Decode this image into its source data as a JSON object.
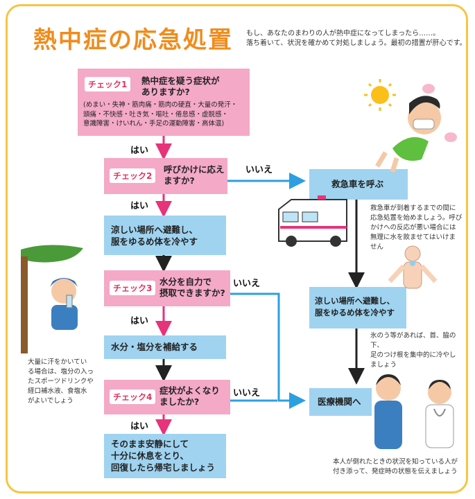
{
  "title": "熱中症の応急処置",
  "intro": [
    "もし、あなたのまわりの人が熱中症になってしまったら……。",
    "落ち着いて、状況を確かめて対処しましょう。最初の措置が肝心です。"
  ],
  "check1": {
    "tag": "チェック1",
    "question": [
      "熱中症を疑う症状が",
      "ありますか?"
    ],
    "detail": [
      "(めまい・失神・筋肉痛・筋肉の硬直・大量の発汗・",
      "頭痛・不快感・吐き気・嘔吐・倦怠感・虚脱感・",
      "意識障害・けいれん・手足の運動障害・高体温)"
    ]
  },
  "check2": {
    "tag": "チェック2",
    "question": [
      "呼びかけに応え",
      "ますか?"
    ]
  },
  "check3": {
    "tag": "チェック3",
    "question": [
      "水分を自力で",
      "摂取できますか?"
    ]
  },
  "check4": {
    "tag": "チェック4",
    "question": [
      "症状がよくなり",
      "ましたか?"
    ]
  },
  "yes": "はい",
  "no": "いいえ",
  "action_cool": [
    "涼しい場所へ避難し、",
    "服をゆるめ体を冷やす"
  ],
  "action_water": "水分・塩分を補給する",
  "action_rest": [
    "そのまま安静にして",
    "十分に休息をとり、",
    "回復したら帰宅しましょう"
  ],
  "ambulance": "救急車を呼ぶ",
  "ambulance_note": [
    "救急車が到着するまでの間に",
    "応急処置を始めましょう。呼び",
    "かけへの反応が悪い場合には",
    "無理に水を飲ませてはいけま",
    "せん"
  ],
  "cool_right": [
    "涼しい場所へ避難し、",
    "服をゆるめ体を冷やす"
  ],
  "cool_note": [
    "氷のう等があれば、首、脇の下、",
    "足のつけ根を集中的に冷やし",
    "ましょう"
  ],
  "hospital": "医療機関へ",
  "hospital_note": [
    "本人が倒れたときの状況を知っている人が",
    "付き添って、発症時の状態を伝えましょう"
  ],
  "left_note": [
    "大量に汗をかいてい",
    "る場合は、塩分の入っ",
    "たスポーツドリンクや",
    "経口補水液、食塩水",
    "がよいでしょう"
  ],
  "colors": {
    "pink_box": "#f4a9c7",
    "blue_box": "#9fd3f0",
    "arrow_pink": "#e6337a",
    "arrow_blue": "#2b9fe0",
    "title": "#f08c1c",
    "frame": "#f6c544"
  }
}
